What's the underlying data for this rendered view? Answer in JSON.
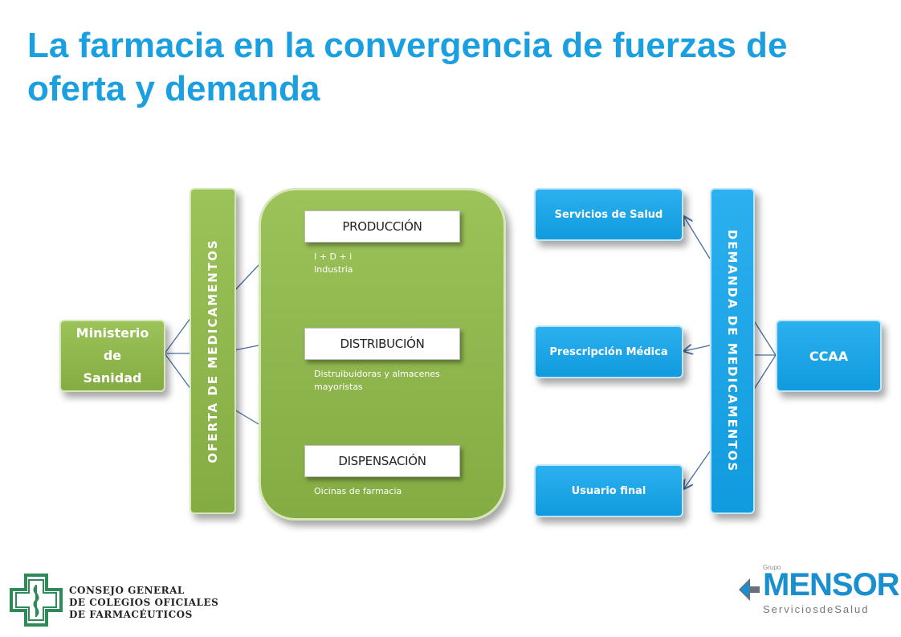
{
  "title": "La farmacia en la convergencia de fuerzas de oferta y demanda",
  "ministerio": "Ministerio de Sanidad",
  "oferta_label": "OFERTA DE MEDICAMENTOS",
  "demanda_label": "DEMANDA DE MEDICAMENTOS",
  "stages": [
    {
      "label": "PRODUCCIÓN",
      "desc_lines": [
        "I + D + i",
        "Industria"
      ]
    },
    {
      "label": "DISTRIBUCIÓN",
      "desc_lines": [
        "Distruibuidoras y almacenes",
        "mayoristas"
      ]
    },
    {
      "label": "DISPENSACIÓN",
      "desc_lines": [
        "Oicinas de farmacia"
      ]
    }
  ],
  "demand_items": [
    "Servicios de Salud",
    "Prescripción Médica",
    "Usuario final"
  ],
  "ccaa": "CCAA",
  "logos": {
    "cgcof_lines": [
      "CONSEJO GENERAL",
      "DE COLEGIOS OFICIALES",
      "DE FARMACÉUTICOS"
    ],
    "mensor_grupo": "Grupo",
    "mensor_name": "MENSOR",
    "mensor_tagline": "ServiciosdeSalud"
  },
  "colors": {
    "title": "#1a9fe0",
    "green": "#8fb74e",
    "blue": "#1aa6e8",
    "connector": "#4a6fa5"
  }
}
